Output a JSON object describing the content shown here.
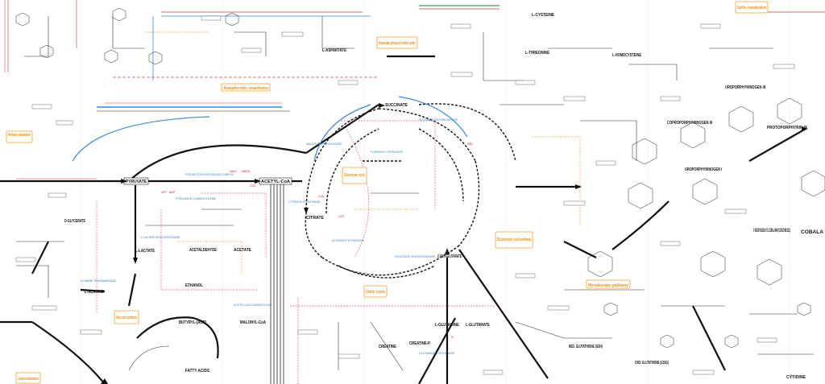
{
  "colors": {
    "main_path": "#111111",
    "enzyme": "#2a7fd4",
    "cofactor": "#d8202a",
    "pathway_box": "#f0a030",
    "dashed_pink": "#e85a8a"
  },
  "boxes": {
    "methane": "Methane metabolism",
    "sulfur": "Sulfur metabolism",
    "aspartate_group": "Aspartate group of amino acids",
    "anaplerotic": "Anaplerotic reactions",
    "glyox": "Glyoxylate cycle",
    "citric": "Citric cycle",
    "fatty": "Fatty acid synthesis",
    "dicarb": "Dicarboxylic acid pathway",
    "mevalonate": "Mevalonate pathway",
    "lipid": "Lipid metabolism"
  },
  "metabolites": {
    "pyruvate": "PYRUVATE",
    "acetyl_coa": "ACETYL-CoA",
    "citrate": "CITRATE",
    "succinate": "SUCCINATE",
    "oxoglutarate": "2-OXO-GLUTARATE",
    "l_aspartate": "L-ASPARTATE",
    "l_threonine": "L-THREONINE",
    "l_cysteine": "L-CYSTEINE",
    "l_glutamine": "L-GLUTAMINE",
    "l_glutamate": "L-GLUTAMATE",
    "l_lactate": "L-LACTATE",
    "l_alanine": "L-ALANINE",
    "d_glycerate": "D-GLYCERATE",
    "creatine": "CREATINE",
    "creatine_p": "CREATINE-P",
    "red_glutathione": "RED. GLUTATHIONE (GSH)",
    "oxid_glutathione": "OXID. GLUTATHIONE (GSSG)",
    "cobalamin": "5'-DEOXYADENO-SYL COBALAMIN (COENZYME B12)",
    "cobala": "COBALA",
    "ethanol": "ETHANOL",
    "acetaldehyde": "ACETALDEHYDE",
    "acetate": "ACETATE",
    "malonyl_coa": "MALONYL-CoA",
    "fatty_acids": "FATTY ACIDS",
    "butyryl_acp": "BUTYRYL-[ACP]",
    "uroporphyrinogen_iii": "UROPORPHYRINOGEN III",
    "uroporphyrinogen_i": "UROPORPHYRINOGEN I",
    "coproporphyrinogen": "COPROPORPHYRINOGEN III",
    "l_homocysteine": "L-HOMOCYSTEINE",
    "cytidine": "CYTIDINE",
    "protoporphyrin": "PROTOPORPHYRIN IX"
  },
  "enzymes": {
    "pyruvate_carboxylase": "PYRUVATE CARBOXYLASE",
    "citrate_synthase": "CITRATE SYNTHASE",
    "aconitase": "ACONITATE HYDRATASE",
    "isocitrate_dh": "ISOCITRATE DEHYDROGENASE",
    "succinate_dh": "SUCCINATE DEHYDROGENASE",
    "malate_dh": "MALATE DEHYDROGENASE",
    "lactate_dh": "L-LACTATE DEHYDROGENASE",
    "alanine_tf": "ALANINE TRANSAMINASE",
    "glutamine_syn": "GLUTAMINE SYNTHETASE",
    "pdh": "PYRUVATE DEHYDROGENASE COMPLEX",
    "acc": "ACETYL-CoA CARBOXYLASE",
    "fumarase": "FUMARATE HYDRATASE"
  },
  "cofactors": {
    "atp": "ATP",
    "adp": "ADP",
    "nadh": "NADH",
    "nad": "NAD+",
    "co2": "CO2",
    "coa": "CoA",
    "h2o": "H2O",
    "pi": "Pi",
    "fad": "FAD"
  }
}
